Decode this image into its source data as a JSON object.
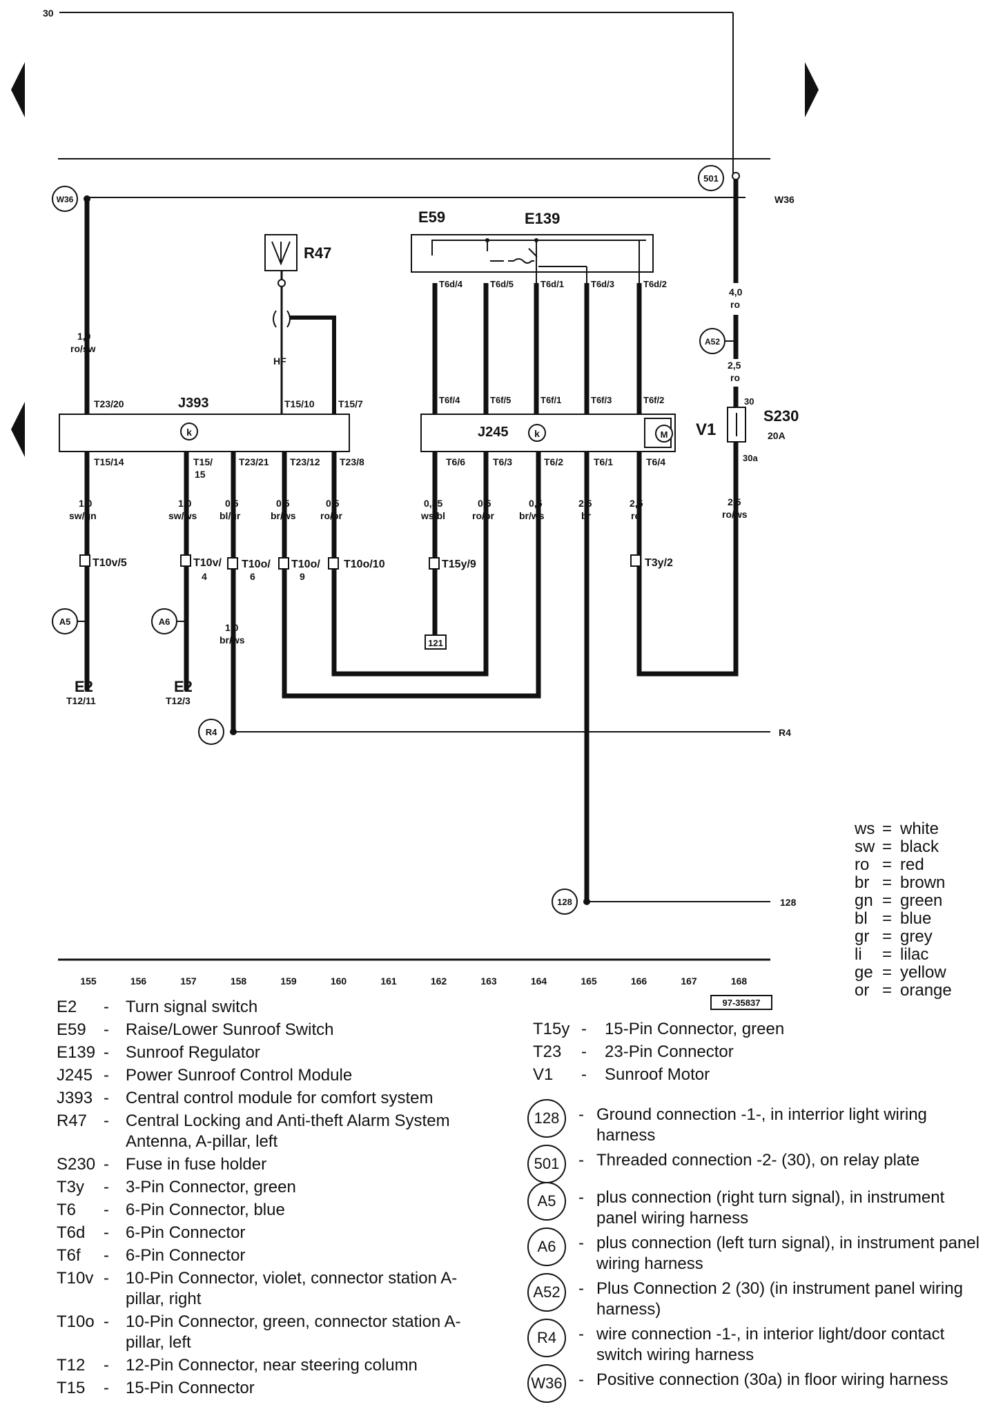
{
  "diagram": {
    "wire_labels": {
      "top_30": "30",
      "w36_right": "W36",
      "r4_right": "R4",
      "g128_right": "128"
    },
    "components": {
      "j393": "J393",
      "j245": "J245",
      "e59": "E59",
      "e139": "E139",
      "r47": "R47",
      "v1": "V1",
      "s230": "S230",
      "s230_rating": "20A",
      "hf": "HF",
      "e2_a": "E2",
      "e2_a_pin": "T12/11",
      "e2_b": "E2",
      "e2_b_pin": "T12/3",
      "box_121": "121",
      "ref_id": "97-35837"
    },
    "pins": {
      "t23_20": "T23/20",
      "t15_10": "T15/10",
      "t15_7": "T15/7",
      "t15_14": "T15/14",
      "t15_15a": "T15/",
      "t15_15b": "15",
      "t23_21": "T23/21",
      "t23_12": "T23/12",
      "t23_8": "T23/8",
      "t6d_4": "T6d/4",
      "t6d_5": "T6d/5",
      "t6d_1": "T6d/1",
      "t6d_3": "T6d/3",
      "t6d_2": "T6d/2",
      "t6f_4": "T6f/4",
      "t6f_5": "T6f/5",
      "t6f_1": "T6f/1",
      "t6f_3": "T6f/3",
      "t6f_2": "T6f/2",
      "t6_6": "T6/6",
      "t6_3": "T6/3",
      "t6_2": "T6/2",
      "t6_1": "T6/1",
      "t6_4": "T6/4",
      "s230_30": "30",
      "s230_30a": "30a"
    },
    "wires": {
      "w1_size": "1,0",
      "w1_color": "ro/sw",
      "w2_size": "4,0",
      "w2_color": "ro",
      "w3_size": "2,5",
      "w3_color": "ro",
      "w4_size": "1,0",
      "w4_color": "sw/gn",
      "w5_size": "1,0",
      "w5_color": "sw/ws",
      "w6_size": "0,5",
      "w6_color": "bl/gr",
      "w7_size": "0,5",
      "w7_color": "br/ws",
      "w8_size": "0,5",
      "w8_color": "ro/br",
      "w9_size": "0,35",
      "w9_color": "ws/bl",
      "w10_size": "0,5",
      "w10_color": "ro/br",
      "w11_size": "0,5",
      "w11_color": "br/ws",
      "w12_size": "2,5",
      "w12_color": "br",
      "w13_size": "2,5",
      "w13_color": "ro",
      "w14_size": "2,5",
      "w14_color": "ro/ws",
      "w15_size": "1,0",
      "w15_color": "br/ws"
    },
    "connectors": {
      "t10v5": "T10v/5",
      "t10v4_a": "T10v/",
      "t10v4_b": "4",
      "t10o6_a": "T10o/",
      "t10o6_b": "6",
      "t10o9_a": "T10o/",
      "t10o9_b": "9",
      "t10o10": "T10o/10",
      "t15y9": "T15y/9",
      "t3y2": "T3y/2"
    },
    "circles": {
      "w36": "W36",
      "c501": "501",
      "a52": "A52",
      "a5": "A5",
      "a6": "A6",
      "r4": "R4",
      "c128": "128"
    },
    "scale_numbers": [
      "155",
      "156",
      "157",
      "158",
      "159",
      "160",
      "161",
      "162",
      "163",
      "164",
      "165",
      "166",
      "167",
      "168"
    ]
  },
  "color_legend": [
    {
      "code": "ws",
      "name": "white"
    },
    {
      "code": "sw",
      "name": "black"
    },
    {
      "code": "ro",
      "name": "red"
    },
    {
      "code": "br",
      "name": "brown"
    },
    {
      "code": "gn",
      "name": "green"
    },
    {
      "code": "bl",
      "name": "blue"
    },
    {
      "code": "gr",
      "name": "grey"
    },
    {
      "code": "li",
      "name": "lilac"
    },
    {
      "code": "ge",
      "name": "yellow"
    },
    {
      "code": "or",
      "name": "orange"
    }
  ],
  "component_list": [
    {
      "code": "E2",
      "desc": "Turn signal switch"
    },
    {
      "code": "E59",
      "desc": "Raise/Lower Sunroof Switch"
    },
    {
      "code": "E139",
      "desc": "Sunroof Regulator"
    },
    {
      "code": "J245",
      "desc": "Power Sunroof Control Module"
    },
    {
      "code": "J393",
      "desc": "Central control module for comfort system"
    },
    {
      "code": "R47",
      "desc": "Central Locking and Anti-theft Alarm System Antenna, A-pillar, left"
    },
    {
      "code": "S230",
      "desc": "Fuse in fuse holder"
    },
    {
      "code": "T3y",
      "desc": "3-Pin Connector, green"
    },
    {
      "code": "T6",
      "desc": "6-Pin Connector, blue"
    },
    {
      "code": "T6d",
      "desc": "6-Pin Connector"
    },
    {
      "code": "T6f",
      "desc": "6-Pin Connector"
    },
    {
      "code": "T10v",
      "desc": "10-Pin Connector, violet, connector station A-pillar, right"
    },
    {
      "code": "T10o",
      "desc": "10-Pin Connector, green, connector station A-pillar, left"
    },
    {
      "code": "T12",
      "desc": "12-Pin Connector, near steering column"
    },
    {
      "code": "T15",
      "desc": "15-Pin Connector"
    }
  ],
  "component_list_2": [
    {
      "code": "T15y",
      "desc": "15-Pin Connector, green"
    },
    {
      "code": "T23",
      "desc": "23-Pin Connector"
    },
    {
      "code": "V1",
      "desc": "Sunroof Motor"
    }
  ],
  "connection_list": [
    {
      "id": "128",
      "desc": "Ground connection -1-, in interrior light wiring harness"
    },
    {
      "id": "501",
      "desc": "Threaded connection -2- (30), on relay plate"
    },
    {
      "id": "A5",
      "desc": "plus connection (right turn signal), in instrument panel wiring harness"
    },
    {
      "id": "A6",
      "desc": "plus connection (left turn signal), in instrument panel wiring harness"
    },
    {
      "id": "A52",
      "desc": "Plus Connection 2 (30) (in instrument panel wiring harness)"
    },
    {
      "id": "R4",
      "desc": "wire connection -1-, in interior light/door contact switch wiring harness"
    },
    {
      "id": "W36",
      "desc": "Positive connection (30a) in floor wiring harness"
    }
  ],
  "dash": "-",
  "eq": "="
}
